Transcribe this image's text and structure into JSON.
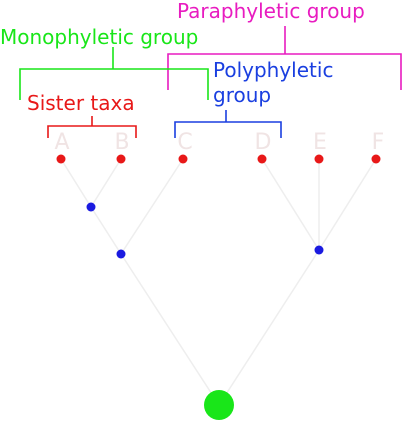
{
  "taxa": [
    "A",
    "B",
    "C",
    "D",
    "E",
    "F"
  ],
  "groups": {
    "paraphyletic": "Paraphyletic group",
    "monophyletic": "Monophyletic group",
    "polyphyletic_line1": "Polyphyletic",
    "polyphyletic_line2": "group",
    "sister": "Sister taxa"
  },
  "colors": {
    "paraphyletic": "#e81cc0",
    "monophyletic": "#19e619",
    "polyphyletic": "#1a3fe0",
    "sister": "#e81818",
    "leaf_node": "#e81818",
    "internal_node": "#1a1ae0",
    "root_node": "#19e619",
    "branch": "#eeeeee",
    "taxon_label": "#f0e4e4"
  }
}
